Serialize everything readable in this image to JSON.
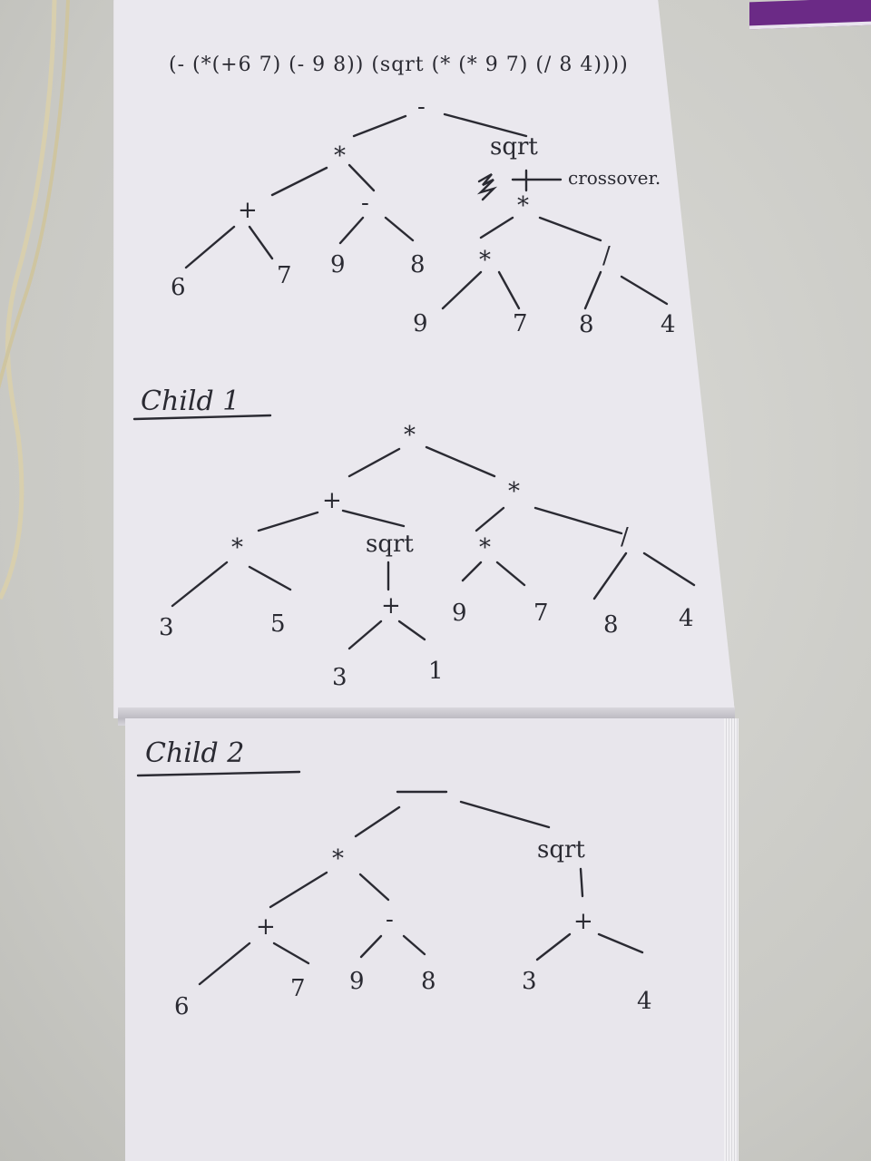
{
  "expression": "(- (*(+6 7) (- 9 8)) (sqrt (* (* 9 7) (/ 8 4))))",
  "annotation": "crossover.",
  "headings": {
    "child1": "Child 1",
    "child2": "Child 2"
  },
  "parent_tree": {
    "root": "-",
    "left": {
      "op": "*",
      "plus": "+",
      "six": "6",
      "seven": "7",
      "minus": "-",
      "nine": "9",
      "eight": "8"
    },
    "right": {
      "sqrt": "sqrt",
      "scribble": "+",
      "star": "*",
      "inner_star": "*",
      "nine": "9",
      "seven": "7",
      "div": "/",
      "eight": "8",
      "four": "4"
    }
  },
  "child1_tree": {
    "root": "*",
    "plus": "+",
    "star_l": "*",
    "three_a": "3",
    "five": "5",
    "sqrt": "sqrt",
    "plus2": "+",
    "three_b": "3",
    "one": "1",
    "star_r": "*",
    "star_rr": "*",
    "nine": "9",
    "seven": "7",
    "div": "/",
    "eight": "8",
    "four": "4"
  },
  "child2_tree": {
    "root": "-",
    "star": "*",
    "plus": "+",
    "six": "6",
    "seven": "7",
    "minus": "-",
    "nine": "9",
    "eight": "8",
    "sqrt": "sqrt",
    "plus2": "+",
    "three": "3",
    "four": "4"
  }
}
